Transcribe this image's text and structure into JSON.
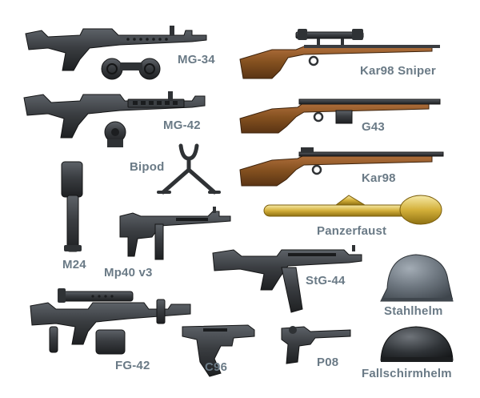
{
  "colors": {
    "gunmetal": "#2f3235",
    "gunmetal_light": "#5b6066",
    "wood": "#7a4a22",
    "wood_light": "#a8693a",
    "gold": "#c9a52e",
    "gold_light": "#f3e6a6",
    "helmet_grey": "#6e7780",
    "label": "#6a7a86"
  },
  "items": [
    {
      "id": "mg34",
      "label": "MG-34",
      "kind": "machine-gun"
    },
    {
      "id": "mg42",
      "label": "MG-42",
      "kind": "machine-gun"
    },
    {
      "id": "bipod",
      "label": "Bipod",
      "kind": "accessory"
    },
    {
      "id": "m24",
      "label": "M24",
      "kind": "grenade"
    },
    {
      "id": "mp40",
      "label": "Mp40 v3",
      "kind": "submachine-gun"
    },
    {
      "id": "fg42",
      "label": "FG-42",
      "kind": "rifle"
    },
    {
      "id": "c96",
      "label": "C96",
      "kind": "pistol"
    },
    {
      "id": "p08",
      "label": "P08",
      "kind": "pistol"
    },
    {
      "id": "kar98sniper",
      "label": "Kar98 Sniper",
      "kind": "rifle"
    },
    {
      "id": "g43",
      "label": "G43",
      "kind": "rifle"
    },
    {
      "id": "kar98",
      "label": "Kar98",
      "kind": "rifle"
    },
    {
      "id": "panzerfaust",
      "label": "Panzerfaust",
      "kind": "launcher"
    },
    {
      "id": "stg44",
      "label": "StG-44",
      "kind": "assault-rifle"
    },
    {
      "id": "stahlhelm",
      "label": "Stahlhelm",
      "kind": "helmet"
    },
    {
      "id": "fallschirmhelm",
      "label": "Fallschirmhelm",
      "kind": "helmet"
    }
  ]
}
